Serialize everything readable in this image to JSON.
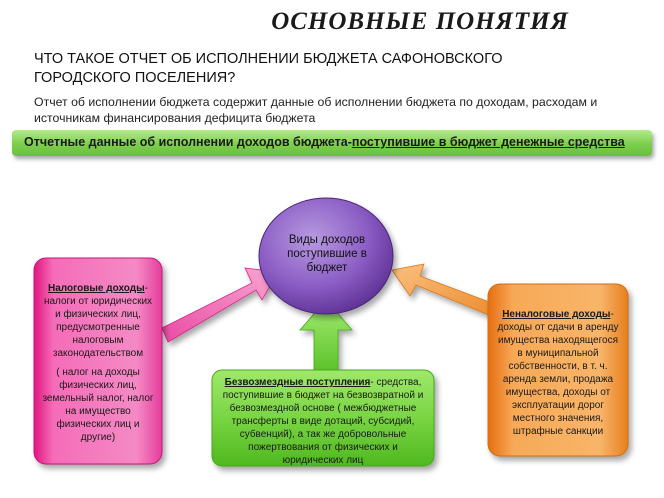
{
  "title": "ОСНОВНЫЕ ПОНЯТИЯ",
  "question": "ЧТО ТАКОЕ  ОТЧЕТ ОБ ИСПОЛНЕНИИ БЮДЖЕТА САФОНОВСКОГО ГОРОДСКОГО ПОСЕЛЕНИЯ?",
  "description": "Отчет об исполнении бюджета содержит данные об исполнении бюджета по доходам, расходам и источникам финансирования дефицита бюджета",
  "banner": {
    "prefix": "Отчетные данные  об исполнении доходов бюджета-",
    "underlined": "поступившие  в бюджет денежные средства"
  },
  "center": {
    "text": "Виды доходов поступившие в бюджет"
  },
  "tax": {
    "head": "Налоговые доходы",
    "body": "- налоги от юридических и физических лиц, предусмотренные налоговым законодательством",
    "note": "( налог на доходы физических лиц, земельный налог, налог на имущество физических лиц и другие)"
  },
  "gratuitous": {
    "head": "Безвозмездные поступления",
    "body": "- средства, поступившие в бюджет на безвозвратной и безвозмездной основе ( межбюджетные трансферты в виде дотаций, субсидий, субвенций), а так же добровольные пожертвования от физических и юридических лиц"
  },
  "nontax": {
    "head": "Неналоговые доходы",
    "body": "- доходы от сдачи в аренду имущества находящегося в муниципальной собственности, в т. ч. аренда земли, продажа имущества, доходы от эксплуатации дорог местного значения, штрафные санкции"
  },
  "colors": {
    "pink": "#ee2f97",
    "green": "#63cc2c",
    "orange": "#f08a1e",
    "purple": "#6e3fa3",
    "banner": "#7ccf4c"
  }
}
